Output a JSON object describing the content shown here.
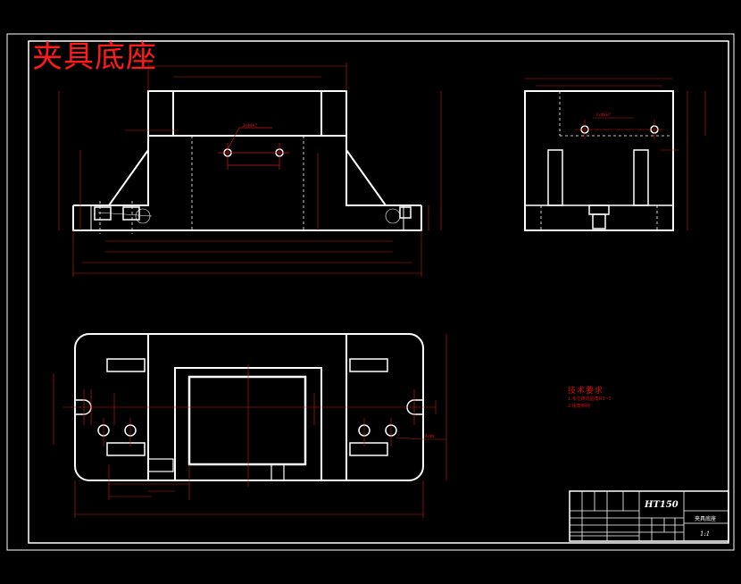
{
  "drawing": {
    "title": "夹具底座",
    "material": "HT150",
    "drawing_code": "",
    "part_name": "夹具底座",
    "scale": "1:1"
  },
  "notes": {
    "heading": "技术要求",
    "items": [
      "1.未注铸造圆角R3~5",
      "2.锐角倒钝"
    ]
  },
  "colors": {
    "background": "#000000",
    "outline": "#ffffff",
    "dimension": "#cc1a1a",
    "title_text": "#ff1a1a"
  }
}
